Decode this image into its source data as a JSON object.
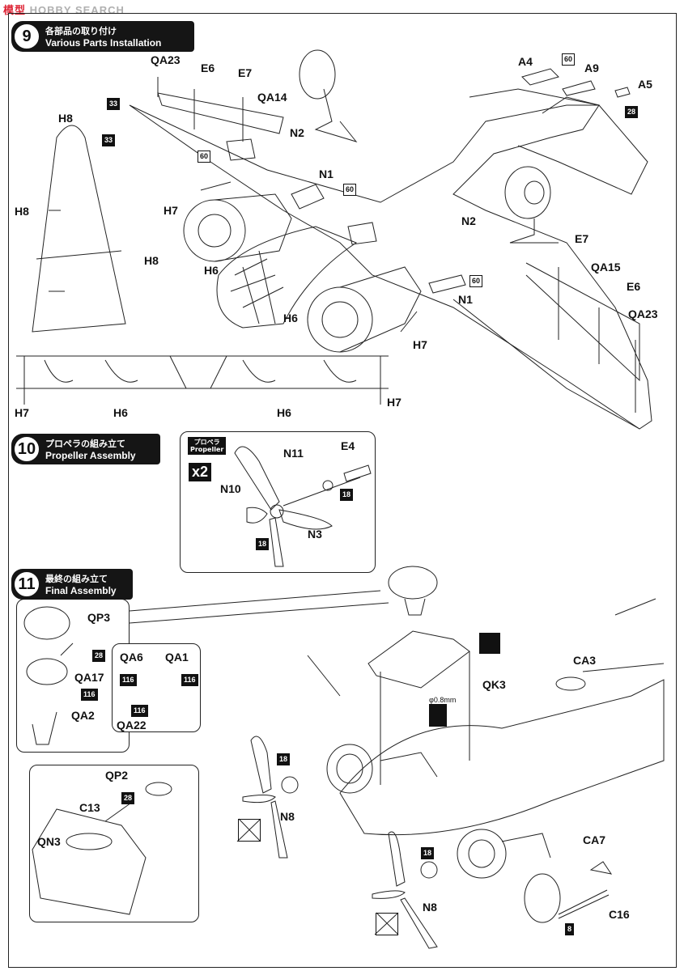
{
  "watermark": {
    "left": "模型",
    "right": "HOBBY SEARCH"
  },
  "steps": [
    {
      "num": "9",
      "jp": "各部品の取り付け",
      "en": "Various Parts Installation"
    },
    {
      "num": "10",
      "jp": "プロペラの組み立て",
      "en": "Propeller Assembly"
    },
    {
      "num": "11",
      "jp": "最終の組み立て",
      "en": "Final Assembly"
    }
  ],
  "propeller_box": {
    "tag_jp": "プロペラ",
    "tag_en": "Propeller",
    "qty": "x2"
  },
  "drill_note": "φ0.8mm",
  "labels": {
    "qa23_top": "QA23",
    "e6_top": "E6",
    "e7_top": "E7",
    "qa14": "QA14",
    "n2_top": "N2",
    "h8_a": "H8",
    "h8_b": "H8",
    "h8_c": "H8",
    "h7_a": "H7",
    "n1_top": "N1",
    "h6_a": "H6",
    "h6_b": "H6",
    "a4": "A4",
    "a9": "A9",
    "a5": "A5",
    "n2_mid": "N2",
    "e7_right": "E7",
    "qa15": "QA15",
    "e6_right": "E6",
    "qa23_right": "QA23",
    "n1_mid": "N1",
    "h7_mid": "H7",
    "h7_bl": "H7",
    "h6_bl": "H6",
    "h6_br": "H6",
    "h7_br": "H7",
    "n11": "N11",
    "e4": "E4",
    "n10": "N10",
    "n3": "N3",
    "qp3": "QP3",
    "qa17": "QA17",
    "qa2": "QA2",
    "qa6": "QA6",
    "qa1": "QA1",
    "qa22": "QA22",
    "qk3": "QK3",
    "ca3": "CA3",
    "qp2": "QP2",
    "c13": "C13",
    "qn3": "QN3",
    "n8_a": "N8",
    "n8_b": "N8",
    "ca7": "CA7",
    "c16": "C16"
  },
  "part_numbers": {
    "b33a": "33",
    "b33b": "33",
    "b60a": "60",
    "b60b": "60",
    "b60c": "60",
    "b60d": "60",
    "b28a": "28",
    "b18a": "18",
    "b18b": "18",
    "b28b": "28",
    "b116a": "116",
    "b116b": "116",
    "b116c": "116",
    "b116d": "116",
    "b28c": "28",
    "b18c": "18",
    "b18d": "18",
    "b8": "8"
  }
}
